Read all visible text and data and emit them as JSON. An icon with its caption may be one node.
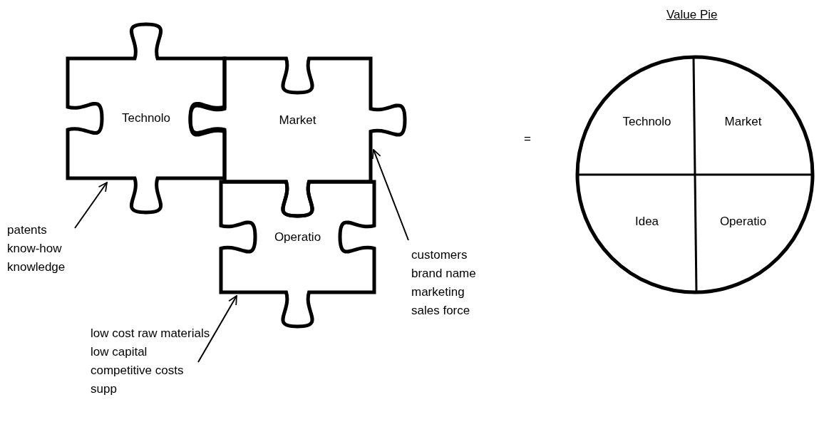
{
  "diagram": {
    "nodes": [
      {
        "text": [
          "Technolo"
        ]
      },
      {
        "text": [
          "Market"
        ]
      },
      {
        "text": [
          "Operatio"
        ]
      },
      {
        "text": [
          "patents",
          "know-how",
          "knowledge"
        ]
      },
      {
        "text": [
          "customers",
          "brand name",
          "marketing",
          "sales force"
        ]
      },
      {
        "text": [
          "low cost raw materials",
          "low capital",
          "competitive costs",
          "supp"
        ]
      },
      {
        "text": [
          "Value Pie"
        ]
      },
      {
        "text": [
          "Technolo"
        ],
        "in": 6
      },
      {
        "text": [
          "Market"
        ],
        "in": 6
      },
      {
        "text": [
          "Idea"
        ],
        "in": 6
      },
      {
        "text": [
          "Operatio"
        ],
        "in": 6
      }
    ],
    "edges": [
      {
        "from": 3,
        "to": 0,
        "arrow": "to"
      },
      {
        "from": 4,
        "to": 1,
        "arrow": "to"
      },
      {
        "from": 5,
        "to": 2,
        "arrow": "to"
      }
    ],
    "labels": [
      "="
    ]
  }
}
